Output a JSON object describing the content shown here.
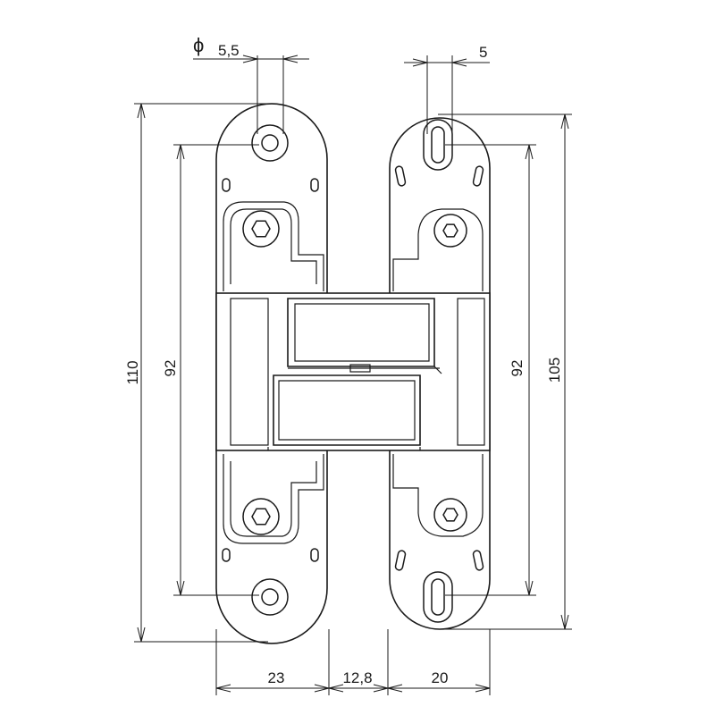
{
  "dimensions": {
    "hole_diameter_symbol": "ϕ",
    "hole_diameter": "5,5",
    "slot_width": "5",
    "left_total_height": "110",
    "left_hole_spacing": "92",
    "right_hole_spacing": "92",
    "right_total_height": "105",
    "left_plate_width": "23",
    "body_width": "12,8",
    "right_plate_width": "20"
  }
}
